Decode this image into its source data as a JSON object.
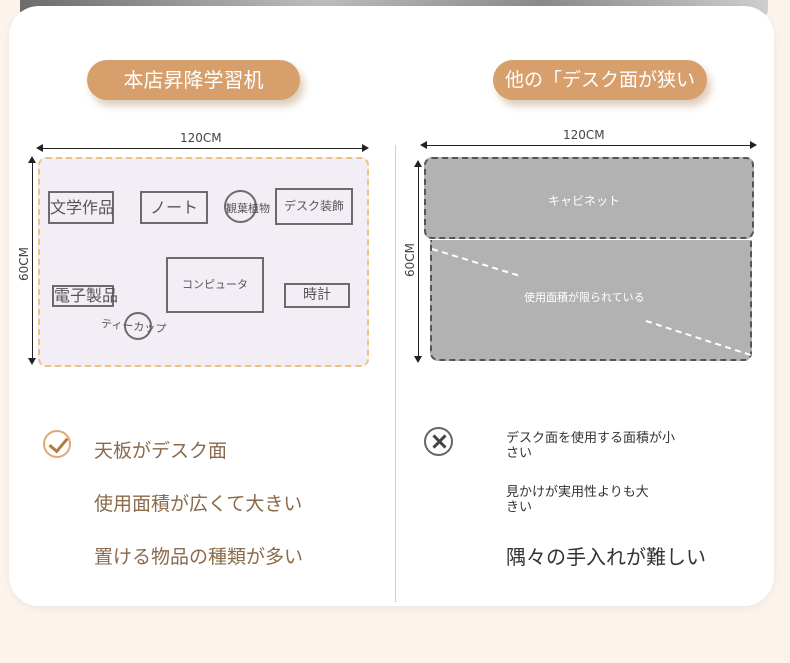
{
  "left": {
    "title": "本店昇降学習机",
    "width_label": "120CM",
    "height_label": "60CM",
    "items": {
      "literature": "文学作品",
      "notebook": "ノート",
      "plant": "観葉植物",
      "desk_decor": "デスク装飾",
      "electronics": "電子製品",
      "computer": "コンピュータ",
      "clock": "時計",
      "teacup": "ティーカップ"
    },
    "features": [
      "天板がデスク面",
      "使用面積が広くて大きい",
      "置ける物品の種類が多い"
    ]
  },
  "right": {
    "title": "他の「デスク面が狭い",
    "width_label": "120CM",
    "height_label": "60CM",
    "cabinet_label": "キャビネット",
    "limited_label": "使用面積が限られている",
    "features": [
      "デスク面を使用する面積が小さい",
      "見かけが実用性よりも大きい",
      "隅々の手入れが難しい"
    ]
  },
  "colors": {
    "accent": "#d79f6c",
    "desk_fill": "#f3eef5",
    "desk_border": "#f0c27c",
    "cabinet_fill": "#b2b2b2"
  },
  "icons": {
    "positive": "check-circle-icon",
    "negative": "x-circle-icon"
  }
}
